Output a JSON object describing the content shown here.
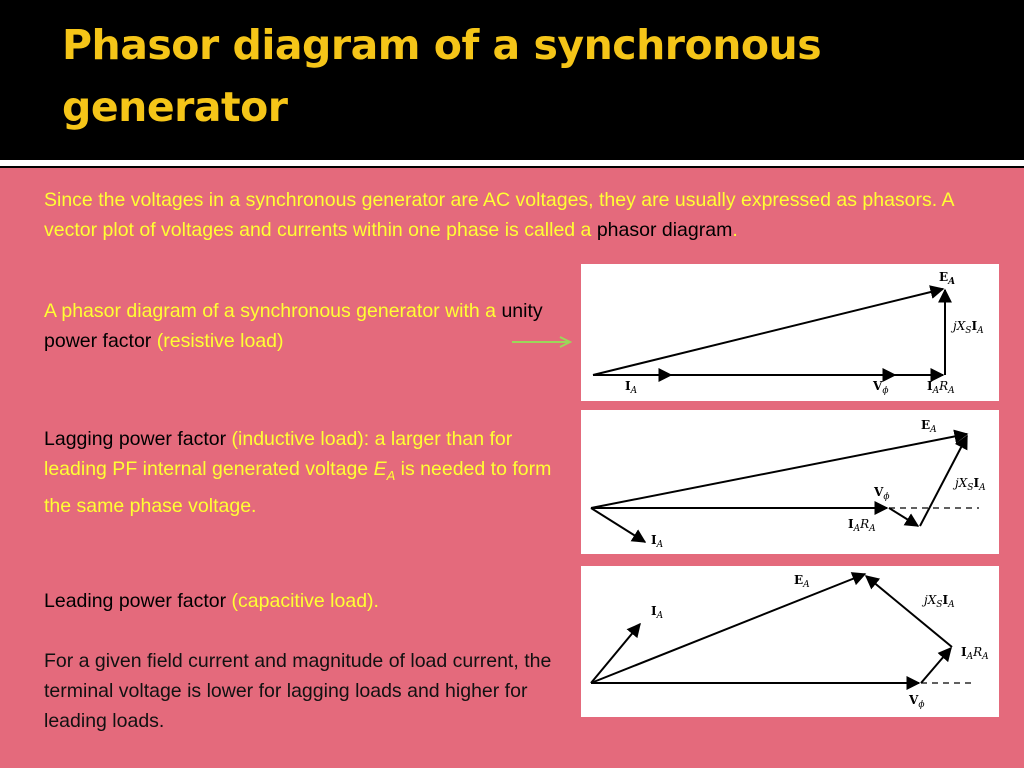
{
  "title": "Phasor diagram of a synchronous generator",
  "para1": {
    "part1": "Since the voltages in a synchronous generator are AC voltages, they are usually expressed as phasors. A vector plot of voltages and currents within  one phase is called a ",
    "highlight": "phasor diagram",
    "end": "."
  },
  "para2": {
    "part1": "A phasor diagram of a synchronous generator with a ",
    "highlight": "unity power factor",
    "part2": " (resistive load)"
  },
  "para3": {
    "highlight": "Lagging power factor",
    "part1": " (inductive load): a larger than for leading PF internal generated voltage ",
    "symbol": "E",
    "symbol_sub": "A",
    "part2": " is needed to form the same phase voltage."
  },
  "para4": {
    "highlight": "Leading power factor",
    "part1": " (capacitive load)."
  },
  "para5": {
    "text": "For a given field current and magnitude of load current, the terminal voltage is lower for lagging loads and higher for leading loads."
  },
  "diagram_labels": {
    "EA": "E",
    "EA_sub": "A",
    "IA": "I",
    "IA_sub": "A",
    "Vphi": "V",
    "Vphi_sub": "ϕ",
    "jXs": "jX",
    "jXs_sub": "S",
    "jXs_I": "I",
    "jXs_I_sub": "A",
    "IARA_I": "I",
    "IARA_I_sub": "A",
    "IARA_R": "R",
    "IARA_R_sub": "A"
  },
  "colors": {
    "header_bg": "#000000",
    "title": "#f5c518",
    "content_bg": "#e46a7c",
    "body_text": "#ffff33",
    "arrow": "#9bd65a"
  }
}
